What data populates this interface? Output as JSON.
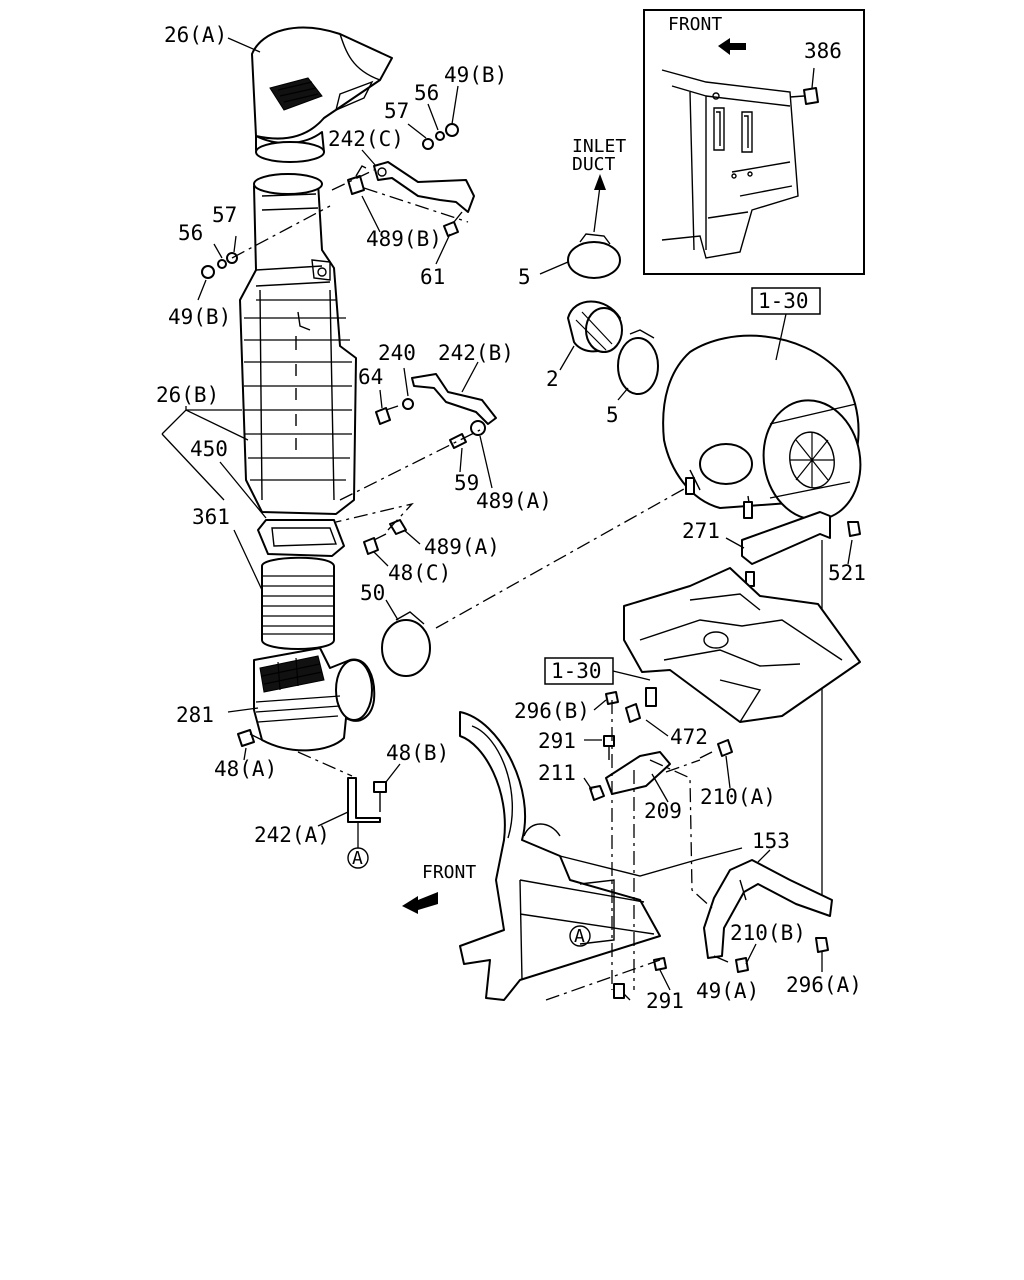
{
  "inset": {
    "front_label": "FRONT",
    "part_label": "386"
  },
  "inlet_duct_label": "INLET\nDUCT",
  "main_front_label": "FRONT",
  "reference_boxes": [
    "1-30",
    "1-30"
  ],
  "circle_ref": "A",
  "callouts": [
    "26(A)",
    "49(B)",
    "56",
    "57",
    "242(C)",
    "489(B)",
    "61",
    "56",
    "57",
    "49(B)",
    "240",
    "242(B)",
    "64",
    "26(B)",
    "450",
    "59",
    "489(A)",
    "361",
    "489(A)",
    "48(C)",
    "5",
    "2",
    "5",
    "1-30",
    "271",
    "521",
    "50",
    "281",
    "48(A)",
    "48(B)",
    "242(A)",
    "A",
    "296(B)",
    "291",
    "472",
    "211",
    "209",
    "210(A)",
    "153",
    "210(B)",
    "296(A)",
    "291",
    "49(A)"
  ]
}
